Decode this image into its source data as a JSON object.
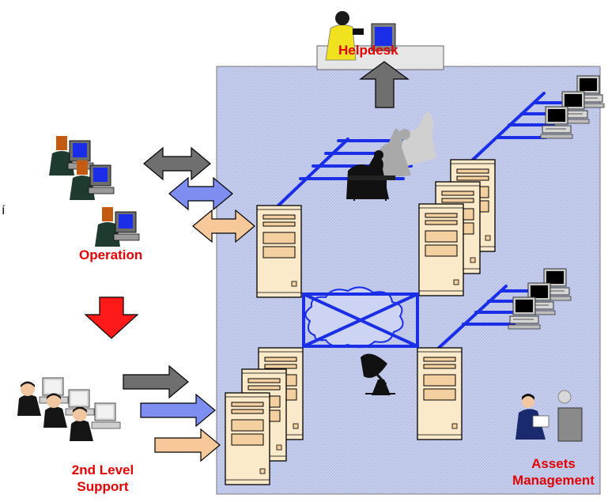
{
  "labels": {
    "helpdesk": "Helpdesk",
    "operation": "Operation",
    "second_level_line1": "2nd Level",
    "second_level_line2": "Support",
    "assets_line1": "Assets",
    "assets_line2": "Management",
    "stray_glyph": "í"
  },
  "colors": {
    "label_red": "#e00000",
    "network_blue": "#1a2ee8",
    "panel_fill": "#c8d0ee",
    "panel_border": "#7a7a7a",
    "arrow_gray": "#6f6f6f",
    "arrow_blue": "#7e8ef0",
    "arrow_peach": "#f7c99a",
    "arrow_red": "#ff1a1a",
    "server_body": "#fbeac9",
    "server_panel": "#f4cfa0"
  },
  "icons": {
    "helpdesk": "helpdesk-operator-icon",
    "operators": "operation-team-icon",
    "support": "support-team-icon",
    "workstation": "desktop-computer-icon",
    "server": "tower-server-icon",
    "cloud": "network-cloud-icon",
    "dish": "satellite-dish-icon",
    "assets": "assets-manager-icon",
    "meeting": "meeting-silhouette-icon"
  }
}
